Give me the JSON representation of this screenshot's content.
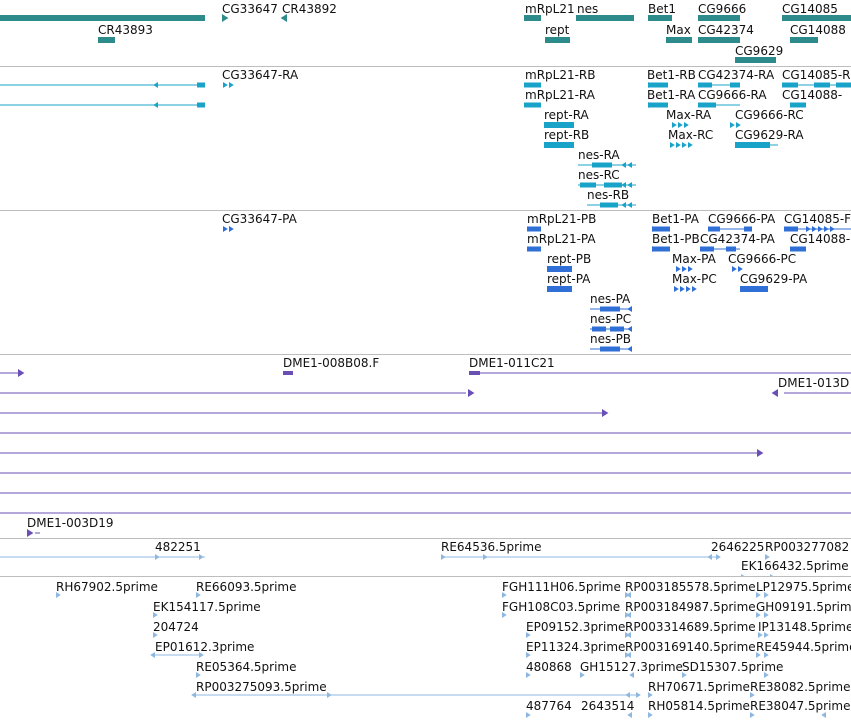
{
  "tracks": {
    "gene_track": {
      "color": "#2e8b8b",
      "labels": [
        "CG33647",
        "CR43892",
        "mRpL21",
        "nes",
        "Bet1",
        "CG9666",
        "CG14085",
        "CR43893",
        "rept",
        "Max",
        "CG42374",
        "CG14088",
        "CG9629"
      ]
    },
    "transcript_track": {
      "color": "#1aa3c8",
      "labels": [
        "CG33647-RA",
        "mRpL21-RB",
        "Bet1-RB",
        "CG42374-RA",
        "CG14085-R",
        "mRpL21-RA",
        "Bet1-RA",
        "CG9666-RA",
        "CG14088-",
        "rept-RA",
        "Max-RA",
        "CG9666-RC",
        "rept-RB",
        "Max-RC",
        "CG9629-RA",
        "nes-RA",
        "nes-RC",
        "nes-RB"
      ]
    },
    "protein_track": {
      "color": "#2f6fd6",
      "labels": [
        "CG33647-PA",
        "mRpL21-PB",
        "Bet1-PA",
        "CG9666-PA",
        "CG14085-F",
        "mRpL21-PA",
        "Bet1-PB",
        "CG42374-PA",
        "CG14088-",
        "rept-PB",
        "Max-PA",
        "CG9666-PC",
        "rept-PA",
        "Max-PC",
        "CG9629-PA",
        "nes-PA",
        "nes-PC",
        "nes-PB"
      ]
    },
    "clone_track": {
      "color": "#6a4fb5",
      "labels": [
        "DME1-008B08.F",
        "DME1-011C21",
        "DME1-013D",
        "DME1-003D19"
      ]
    },
    "cdna_track_1": {
      "color": "#8fb8e0",
      "labels": [
        "482251",
        "RE64536.5prime",
        "2646225",
        "RP003277082",
        "EK166432.5prime"
      ]
    },
    "cdna_track_2": {
      "color": "#8fb8e0",
      "labels": [
        "RH67902.5prime",
        "RE66093.5prime",
        "FGH111H06.5prime",
        "RP003185578.5prime",
        "LP12975.5prime",
        "EK154117.5prime",
        "FGH108C03.5prime",
        "RP003184987.5prime",
        "GH09191.5prime",
        "204724",
        "EP09152.3prime",
        "RP003314689.5prime",
        "IP13148.5prime",
        "EP01612.3prime",
        "EP11324.3prime",
        "RP003169140.5prime",
        "RE45944.5prime",
        "RE05364.5prime",
        "480868",
        "GH15127.3prime",
        "SD15307.5prime",
        "RP003275093.5prime",
        "RH70671.5prime",
        "RE38082.5prime",
        "487764",
        "2643514",
        "RH05814.5prime",
        "RE38047.5prime"
      ]
    }
  }
}
